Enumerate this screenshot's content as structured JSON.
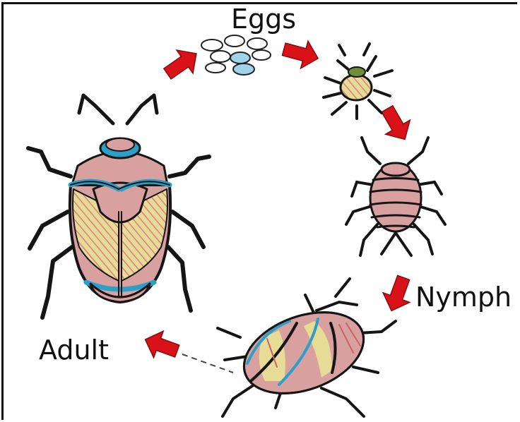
{
  "labels": {
    "eggs": "Eggs",
    "nymph": "Nymph",
    "adult": "Adult"
  },
  "colors": {
    "arrow": "#d9121a",
    "body_pink": "#d9a0a0",
    "accent_blue": "#2aa0c8",
    "wing_yellow": "#e6dc96",
    "outline": "#151515"
  }
}
